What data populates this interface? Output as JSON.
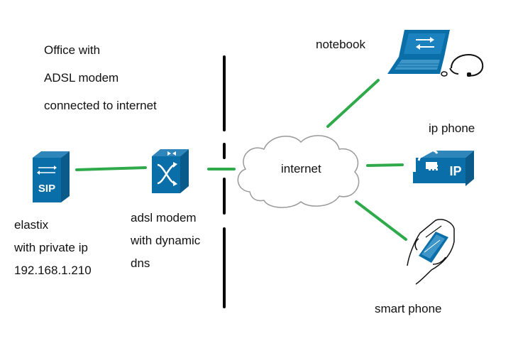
{
  "office": {
    "lines": [
      "Office with",
      "ADSL modem",
      "connected to internet"
    ]
  },
  "elastix": {
    "lines": [
      "elastix",
      "with private ip",
      "192.168.1.210"
    ]
  },
  "modem": {
    "lines": [
      "adsl modem",
      "with dynamic",
      "dns"
    ]
  },
  "cloud": {
    "label": "internet"
  },
  "notebook": {
    "label": "notebook"
  },
  "ip_phone": {
    "label": "ip phone",
    "badge": "IP"
  },
  "smart_phone": {
    "label": "smart phone"
  },
  "sip_server": {
    "badge": "SIP"
  },
  "colors": {
    "device": "#0a6fa8",
    "link": "#2eaa4a",
    "boundary": "#000000",
    "cloud_stroke": "#9a9a9a"
  }
}
